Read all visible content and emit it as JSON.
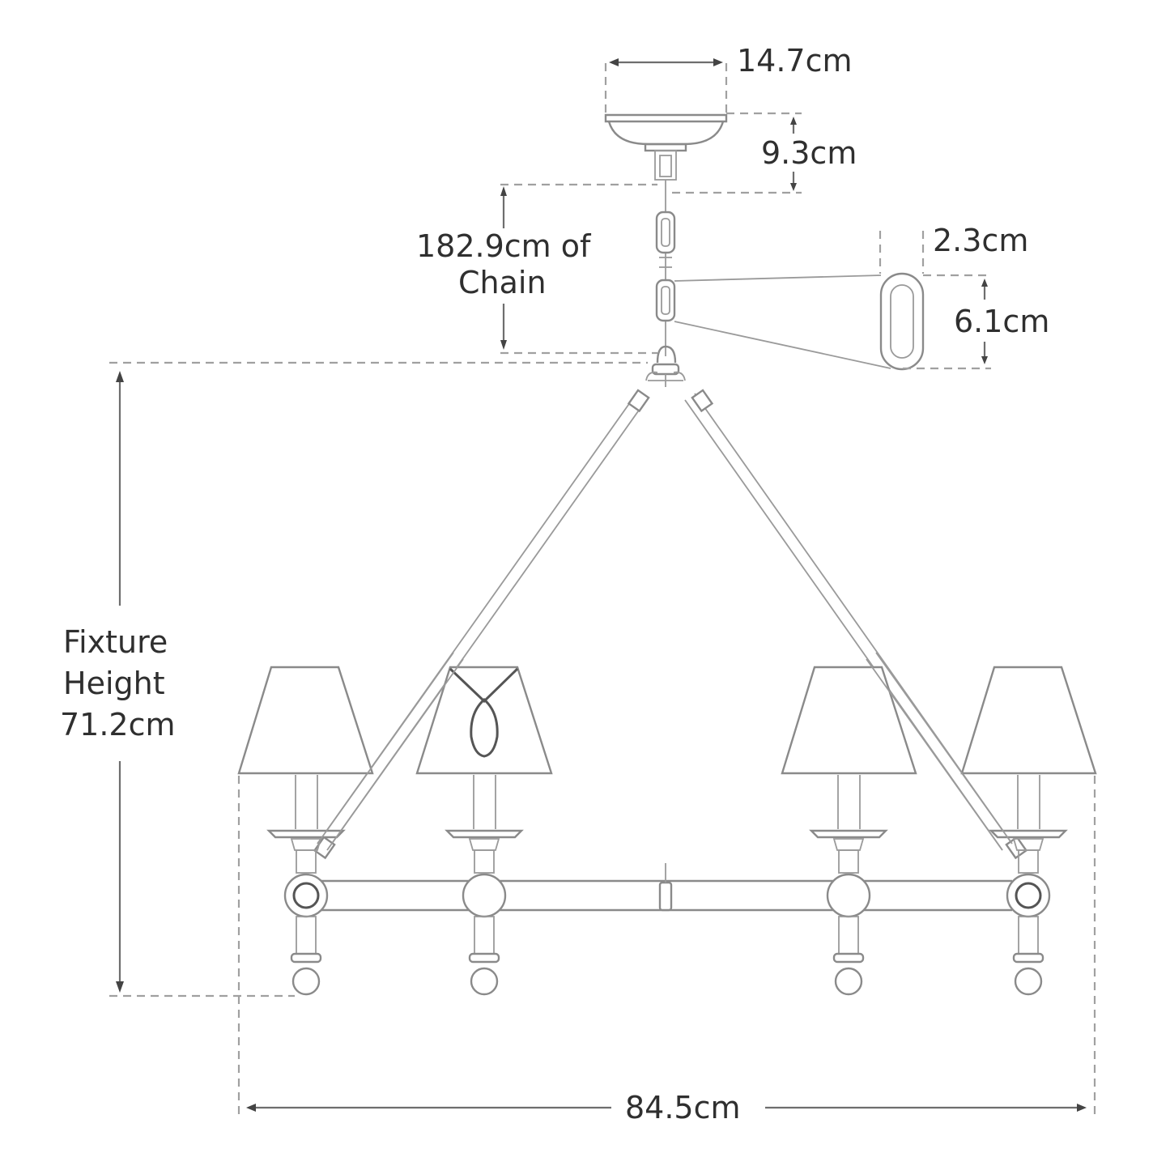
{
  "diagram": {
    "title": "Chandelier dimension drawing",
    "colors": {
      "line": "#8a8a8a",
      "dim_line": "#6e6e6e",
      "text": "#2f2f2f",
      "background": "#ffffff"
    },
    "dimensions": {
      "canopy_width": "14.7cm",
      "canopy_height": "9.3cm",
      "chain_length_line1": "182.9cm of",
      "chain_length_line2": "Chain",
      "chain_link_width": "2.3cm",
      "chain_link_height": "6.1cm",
      "fixture_height_line1": "Fixture",
      "fixture_height_line2": "Height",
      "fixture_height_line3": "71.2cm",
      "overall_width": "84.5cm"
    },
    "components": {
      "lamp_count": 4,
      "parts": [
        "canopy",
        "chain",
        "chain-link-detail",
        "support-arms",
        "lamp-shades",
        "candle-sleeves",
        "bobeches",
        "crossbar",
        "finials"
      ]
    }
  }
}
